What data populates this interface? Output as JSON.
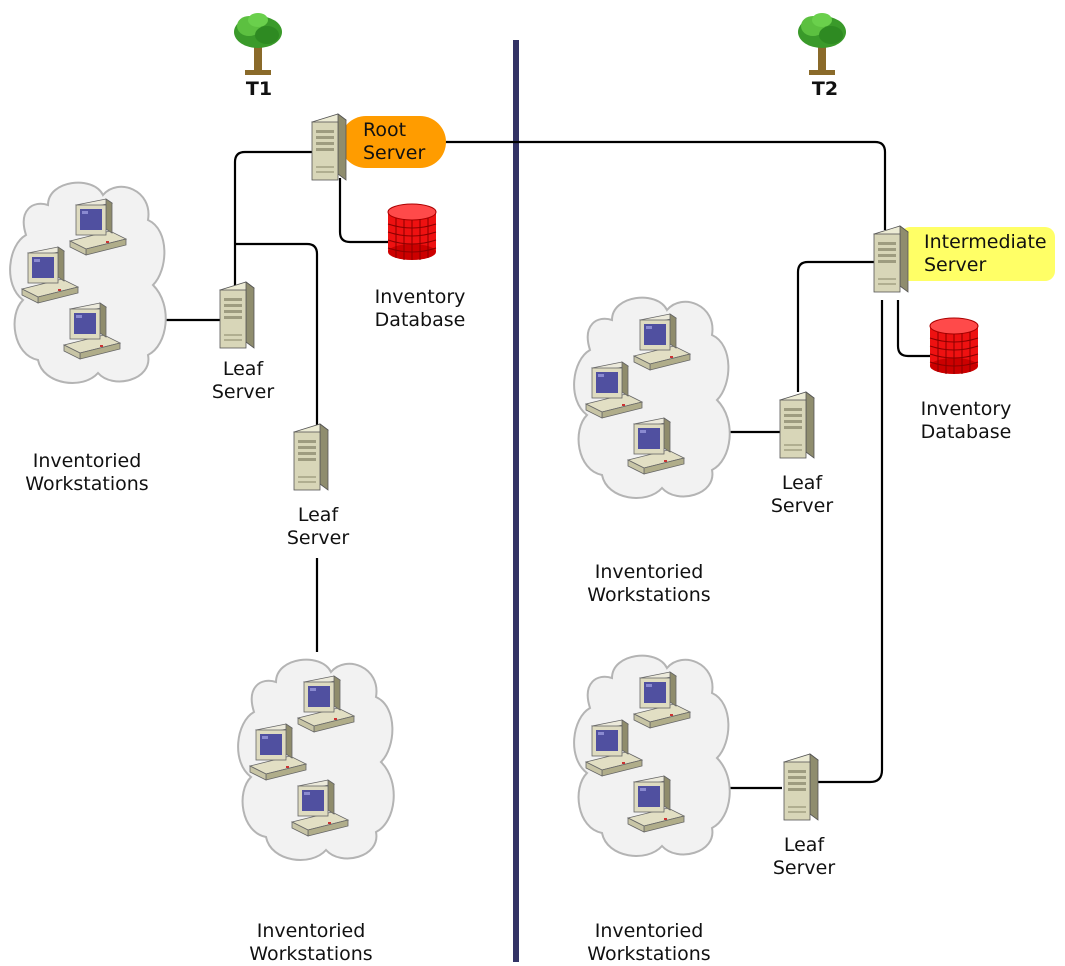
{
  "trees": {
    "t1": {
      "label": "T1"
    },
    "t2": {
      "label": "T2"
    }
  },
  "t1": {
    "root_server": {
      "label": "Root\nServer",
      "highlight_color": "#ff9c00"
    },
    "database": {
      "label": "Inventory\nDatabase"
    },
    "leaf_server_1": {
      "label": "Leaf\nServer"
    },
    "leaf_server_2": {
      "label": "Leaf\nServer"
    },
    "workstations_1": {
      "label": "Inventoried\nWorkstations"
    },
    "workstations_2": {
      "label": "Inventoried\nWorkstations"
    }
  },
  "t2": {
    "intermediate_server": {
      "label": "Intermediate\nServer",
      "highlight_color": "#ffff66"
    },
    "database": {
      "label": "Inventory\nDatabase"
    },
    "leaf_server_1": {
      "label": "Leaf\nServer"
    },
    "leaf_server_2": {
      "label": "Leaf\nServer"
    },
    "workstations_1": {
      "label": "Inventoried\nWorkstations"
    },
    "workstations_2": {
      "label": "Inventoried\nWorkstations"
    }
  },
  "colors": {
    "divider": "#333366",
    "connector": "#000000",
    "database": "#ee1111",
    "server": "#d8d6b8",
    "screen": "#5050a0"
  }
}
